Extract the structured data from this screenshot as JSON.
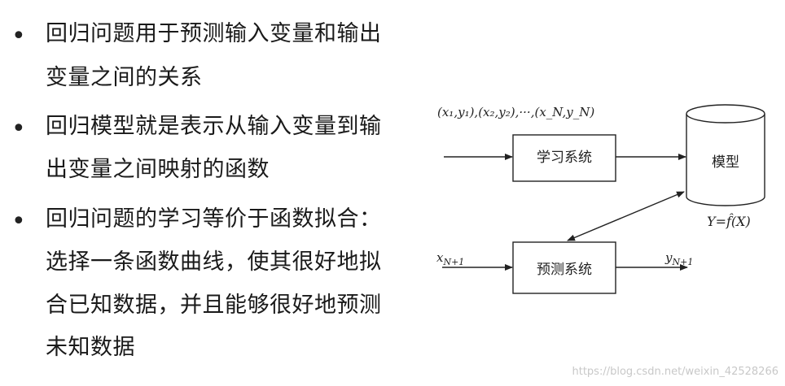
{
  "bullets": [
    {
      "lines": [
        "回归问题用于预测输入变量和输出",
        "变量之间的关系"
      ]
    },
    {
      "lines": [
        "回归模型就是表示从输入变量到输",
        "出变量之间映射的函数"
      ]
    },
    {
      "lines": [
        "回归问题的学习等价于函数拟合：",
        "选择一条函数曲线，使其很好地拟",
        "合已知数据，并且能够很好地预测",
        "未知数据"
      ]
    }
  ],
  "diagram": {
    "training_data": "(x₁,y₁),(x₂,y₂),···,(x_N,y_N)",
    "learning_system": "学习系统",
    "model": "模型",
    "model_formula": "Y=f̂(X)",
    "prediction_system": "预测系统",
    "input": "x_N+1",
    "output": "y_N+1"
  },
  "watermark": "https://blog.csdn.net/weixin_42528266"
}
